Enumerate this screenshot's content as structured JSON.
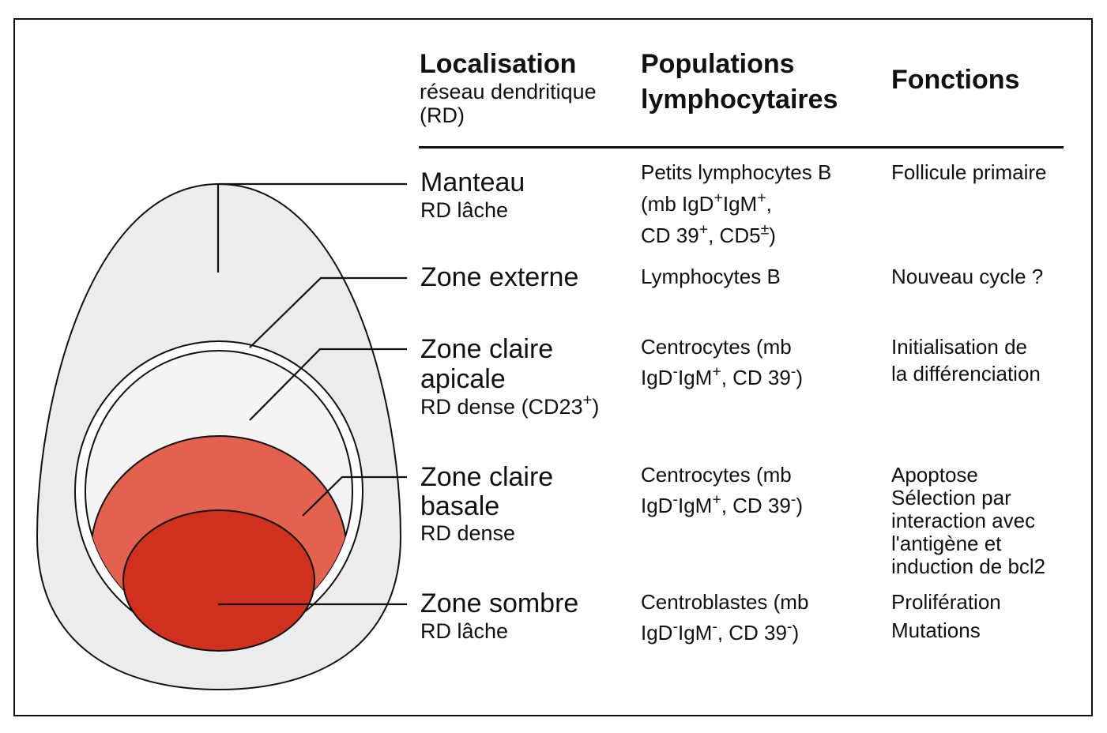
{
  "colors": {
    "outer_fill": "#ececec",
    "inner_fill": "#f4f4f4",
    "basal_fill": "#e2624f",
    "dark_fill": "#d0301e",
    "line": "#111111"
  },
  "header": {
    "localisation": "Localisation",
    "localisation_sub1": "réseau dendritique",
    "localisation_sub2": "(RD)",
    "populations1": "Populations",
    "populations2": "lymphocytaires",
    "fonctions": "Fonctions"
  },
  "rows": {
    "manteau": {
      "zone": "Manteau",
      "sub": "RD lâche",
      "pop_line1": "Petits lymphocytes B",
      "pop_line2": "(mb IgD",
      "pop_line2_sup1": "+",
      "pop_line2_mid": "IgM",
      "pop_line2_sup2": "+",
      "pop_line2_end": ",",
      "pop_line3": "CD 39",
      "pop_line3_sup1": "+",
      "pop_line3_mid": ", CD5",
      "pop_line3_sup2": "±",
      "pop_line3_end": ")",
      "fonction": "Follicule primaire"
    },
    "externe": {
      "zone": "Zone externe",
      "pop": "Lymphocytes B",
      "fonction": "Nouveau cycle ?"
    },
    "apicale": {
      "zone1": "Zone claire",
      "zone2": "apicale",
      "sub": "RD dense (CD23",
      "sub_sup": "+",
      "sub_end": ")",
      "pop_line1": "Centrocytes (mb",
      "pop_a": "IgD",
      "pop_sup1": "-",
      "pop_b": "IgM",
      "pop_sup2": "+",
      "pop_c": ", CD 39",
      "pop_sup3": "-",
      "pop_d": ")",
      "fonction1": "Initialisation de",
      "fonction2": "la différenciation"
    },
    "basale": {
      "zone1": "Zone claire",
      "zone2": "basale",
      "sub": "RD dense",
      "pop_line1": "Centrocytes (mb",
      "pop_a": "IgD",
      "pop_sup1": "-",
      "pop_b": "IgM",
      "pop_sup2": "+",
      "pop_c": ", CD 39",
      "pop_sup3": "-",
      "pop_d": ")",
      "fonction1": "Apoptose",
      "fonction2": "Sélection par",
      "fonction3": "interaction avec",
      "fonction4": "l'antigène et",
      "fonction5": "induction de bcl2"
    },
    "sombre": {
      "zone": "Zone sombre",
      "sub": "RD lâche",
      "pop_line1": "Centroblastes (mb",
      "pop_a": "IgD",
      "pop_sup1": "-",
      "pop_b": "IgM",
      "pop_sup2": "-",
      "pop_c": ", CD 39",
      "pop_sup3": "-",
      "pop_d": ")",
      "fonction1": "Prolifération",
      "fonction2": "Mutations"
    }
  }
}
